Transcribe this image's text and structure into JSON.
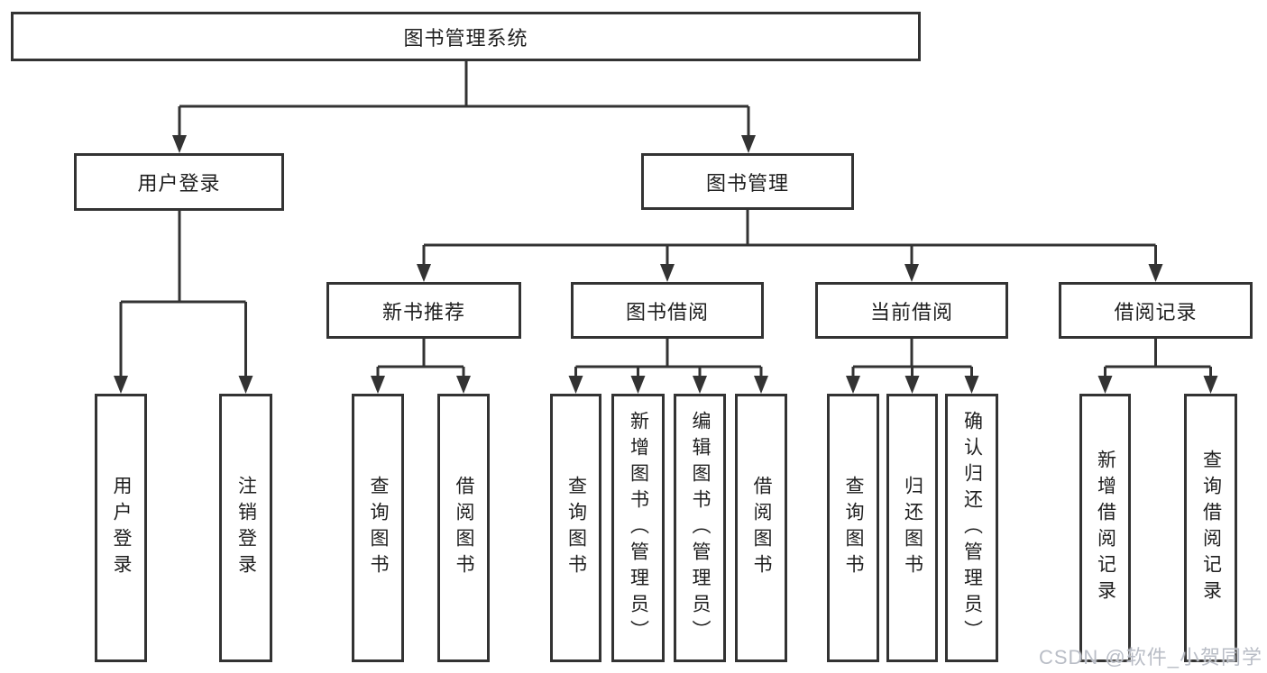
{
  "title": "图书管理系统",
  "branches": [
    {
      "label": "用户登录",
      "children": [
        {
          "label": "用户登录"
        },
        {
          "label": "注销登录"
        }
      ]
    },
    {
      "label": "图书管理",
      "children": [
        {
          "label": "新书推荐",
          "children": [
            {
              "label": "查询图书"
            },
            {
              "label": "借阅图书"
            }
          ]
        },
        {
          "label": "图书借阅",
          "children": [
            {
              "label": "查询图书"
            },
            {
              "label": "新增图书（管理员）"
            },
            {
              "label": "编辑图书（管理员）"
            },
            {
              "label": "借阅图书"
            }
          ]
        },
        {
          "label": "当前借阅",
          "children": [
            {
              "label": "查询图书"
            },
            {
              "label": "归还图书"
            },
            {
              "label": "确认归还（管理员）"
            }
          ]
        },
        {
          "label": "借阅记录",
          "children": [
            {
              "label": "新增借阅记录"
            },
            {
              "label": "查询借阅记录"
            }
          ]
        }
      ]
    }
  ],
  "watermark": {
    "text": "CSDN @软件_小贺同学",
    "color": "#b9bdc6"
  },
  "colors": {
    "line": "#333333",
    "box_border": "#333333",
    "text": "#1f1f1f",
    "box_background": "#ffffff",
    "page_background": "#ffffff"
  }
}
